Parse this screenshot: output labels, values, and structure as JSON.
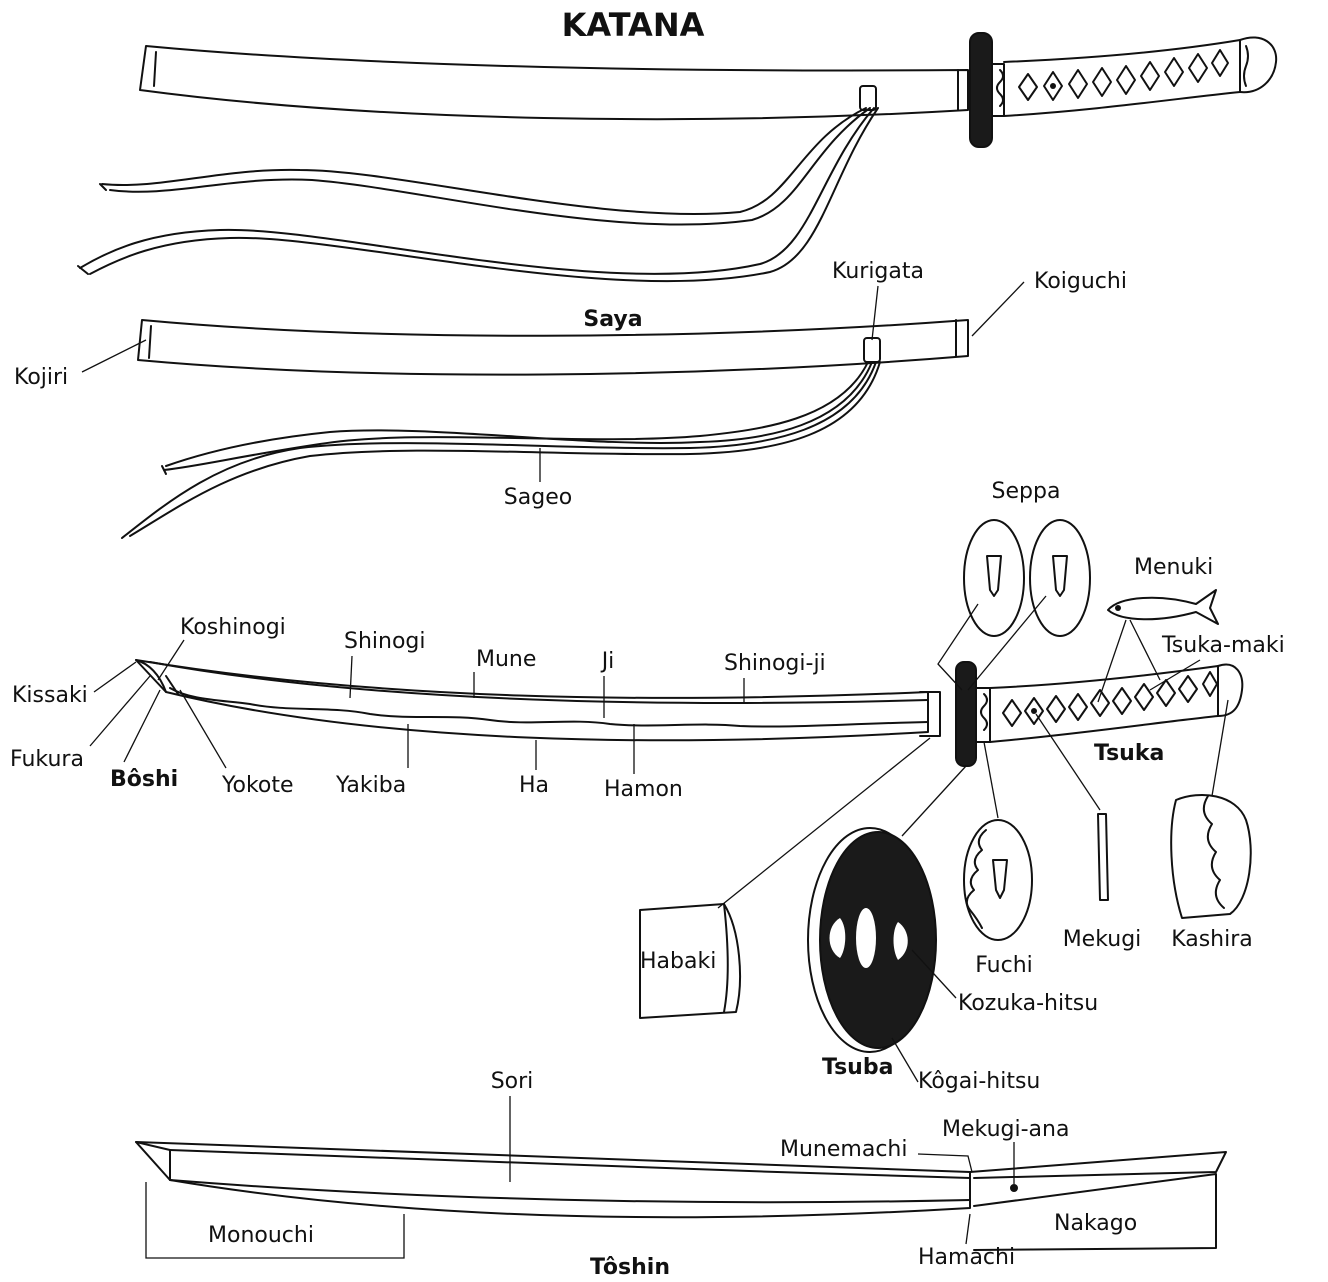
{
  "title": "KATANA",
  "sections": {
    "saya": "Saya",
    "tsuka": "Tsuka",
    "tsuba": "Tsuba",
    "toshin": "Tôshin"
  },
  "labels": {
    "kurigata": "Kurigata",
    "koiguchi": "Koiguchi",
    "kojiri": "Kojiri",
    "sageo": "Sageo",
    "seppa": "Seppa",
    "menuki": "Menuki",
    "tsuka_maki": "Tsuka-maki",
    "koshinogi": "Koshinogi",
    "shinogi": "Shinogi",
    "mune": "Mune",
    "ji": "Ji",
    "shinogi_ji": "Shinogi-ji",
    "kissaki": "Kissaki",
    "fukura": "Fukura",
    "boshi": "Bôshi",
    "yokote": "Yokote",
    "yakiba": "Yakiba",
    "ha": "Ha",
    "hamon": "Hamon",
    "habaki": "Habaki",
    "fuchi": "Fuchi",
    "mekugi": "Mekugi",
    "kashira": "Kashira",
    "kozuka_hitsu": "Kozuka-hitsu",
    "kogai_hitsu": "Kôgai-hitsu",
    "sori": "Sori",
    "munemachi": "Munemachi",
    "mekugi_ana": "Mekugi-ana",
    "monouchi": "Monouchi",
    "nakago": "Nakago",
    "hamachi": "Hamachi"
  }
}
